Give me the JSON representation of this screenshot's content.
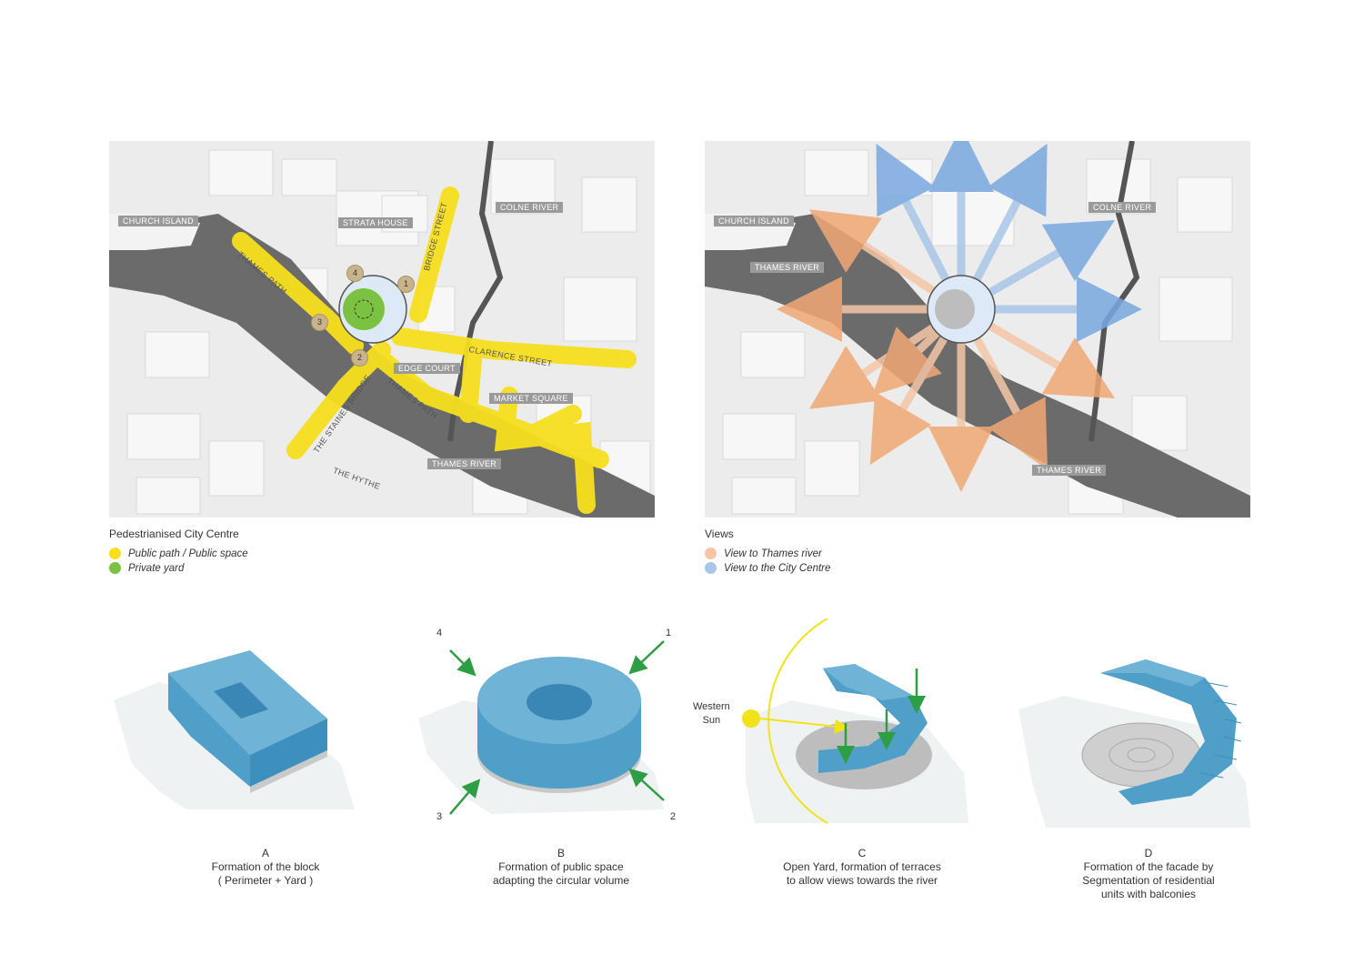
{
  "left_map": {
    "labels": {
      "church_island": "CHURCH ISLAND",
      "strata_house": "STRATA HOUSE",
      "colne_river": "COLNE RIVER",
      "edge_court": "EDGE COURT",
      "market_square": "MARKET SQUARE",
      "thames_river": "THAMES RIVER"
    },
    "roads": {
      "thames_path_1": "THAMES PATH",
      "bridge_street": "BRIDGE STREET",
      "clarence_street": "CLARENCE STREET",
      "staines_bridge": "THE STAINES BRIDGE",
      "thames_path_2": "THAMES PATH",
      "the_hythe": "THE HYTHE"
    },
    "points": [
      "1",
      "2",
      "3",
      "4"
    ],
    "title": "Pedestrianised City Centre",
    "legend": [
      {
        "label": "Public path / Public space",
        "color": "#f7df1e"
      },
      {
        "label": "Private yard",
        "color": "#7cc242"
      }
    ]
  },
  "right_map": {
    "labels": {
      "church_island": "CHURCH ISLAND",
      "thames_river_1": "THAMES RIVER",
      "colne_river": "COLNE RIVER",
      "thames_river_2": "THAMES RIVER"
    },
    "title": "Views",
    "legend": [
      {
        "label": "View to Thames river",
        "color": "#f4c6a6"
      },
      {
        "label": "View to the City Centre",
        "color": "#a8c6e8"
      }
    ]
  },
  "diagrams": {
    "a": {
      "letter": "A",
      "line1": "Formation of the block",
      "line2": "( Perimeter + Yard )"
    },
    "b": {
      "letter": "B",
      "line1": "Formation of public space",
      "line2": "adapting the circular volume",
      "nums": [
        "4",
        "1",
        "3",
        "2"
      ]
    },
    "c": {
      "letter": "C",
      "line1": "Open Yard, formation of terraces",
      "line2": "to allow views towards the river",
      "sun1": "Western",
      "sun2": "Sun"
    },
    "d": {
      "letter": "D",
      "line1": "Formation of the facade by",
      "line2": "Segmentation of residential",
      "line3": "units with balconies"
    }
  },
  "colors": {
    "yellow": "#f7df1e",
    "green": "#7cc242",
    "blue": "#4f9fc9",
    "orange": "#f0a874",
    "lightblue": "#7aa8e0",
    "river": "#6b6b6b"
  }
}
